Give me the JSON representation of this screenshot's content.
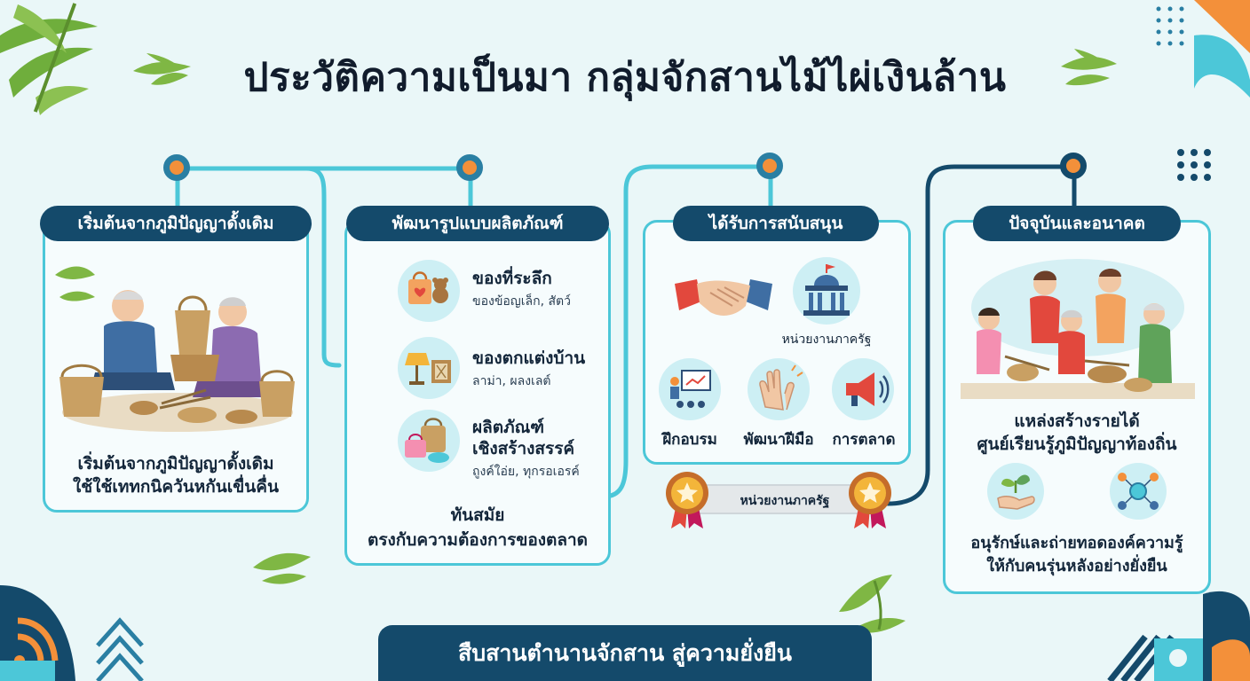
{
  "title": "ประวัติความเป็นมา กลุ่มจักสานไม้ไผ่เงินล้าน",
  "colors": {
    "navy": "#144a6b",
    "cyan": "#4cc7d8",
    "orange": "#f3903a",
    "background": "#eaf7f8"
  },
  "sections": [
    {
      "header": "เริ่มต้นจากภูมิปัญญาดั้งเดิม",
      "caption_line1": "เริ่มต้นจากภูมิปัญญาดั้งเดิม",
      "caption_line2": "ใช้ใช้เททกนิควันหกันเขื่นคื่น"
    },
    {
      "header": "พัฒนารูปแบบผลิตภัณฑ์",
      "items": [
        {
          "title": "ของที่ระลึก",
          "subtitle": "ของข้อญเล็ก, สัตว์",
          "icon": "gift-bag-teddy-icon"
        },
        {
          "title": "ของตกแต่งบ้าน",
          "subtitle": "ลาม่า, ผลงเลต์",
          "icon": "lamp-frame-icon"
        },
        {
          "title": "ผลิตภัณฑ์",
          "title2": "เชิงสร้างสรรค์",
          "subtitle": "ถูงค์ใอ่ย, ทุกรอเอรค์",
          "icon": "basket-bag-icon"
        }
      ],
      "caption_line1": "ทันสมัย",
      "caption_line2": "ตรงกับความต้องการของตลาด"
    },
    {
      "header": "ได้รับการสนับสนุน",
      "gov_label": "หน่วยงานภาครัฐ",
      "items": [
        {
          "label": "ฝึกอบรม",
          "icon": "training-board-icon"
        },
        {
          "label": "พัฒนาฝีมือ",
          "icon": "clapping-hands-icon"
        },
        {
          "label": "การตลาด",
          "icon": "megaphone-icon"
        }
      ],
      "ribbon_label": "หน่วยงานภาครัฐ"
    },
    {
      "header": "ปัจจุบันและอนาคต",
      "caption_line1": "แหล่งสร้างรายได้",
      "caption_line2": "ศูนย์เรียนรู้ภูมิปัญญาท้องถิ่น",
      "caption_line3": "อนุรักษ์และถ่ายทอดองค์ความรู้",
      "caption_line4": "ให้กับคนรุ่นหลังอย่างยั่งยืน"
    }
  ],
  "footer_banner": "สืบสานตำนานจักสาน สู่ความยั่งยืน"
}
